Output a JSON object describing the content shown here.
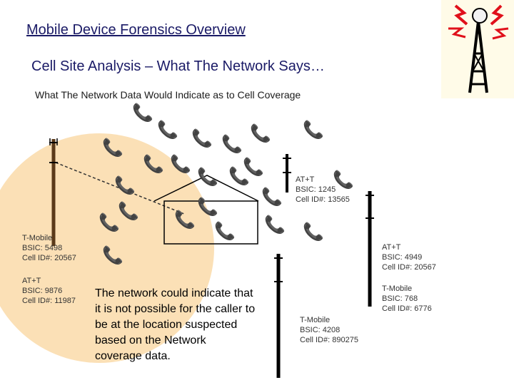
{
  "slide": {
    "title": "Mobile Device Forensics Overview",
    "subtitle": "Cell Site Analysis – What The Network Says…",
    "caption": "What The Network Data Would Indicate as to Cell Coverage",
    "body": "The network could indicate that it is not possible for the caller to be at the location suspected based on the Network coverage data."
  },
  "towers": {
    "tmobile_left": {
      "line1": "T-Mobile",
      "line2": "BSIC: 5498",
      "line3": "Cell ID#: 20567"
    },
    "att_left": {
      "line1": "AT+T",
      "line2": "BSIC: 9876",
      "line3": "Cell ID#: 11987"
    },
    "att_center": {
      "line1": "AT+T",
      "line2": "BSIC: 1245",
      "line3": "Cell ID#: 13565"
    },
    "att_right": {
      "line1": "AT+T",
      "line2": "BSIC: 4949",
      "line3": "Cell ID#: 20567"
    },
    "tmobile_right": {
      "line1": "T-Mobile",
      "line2": "BSIC: 768",
      "line3": "Cell ID#: 6776"
    },
    "tmobile_bottom": {
      "line1": "T-Mobile",
      "line2": "BSIC: 4208",
      "line3": "Cell ID#: 890275"
    }
  },
  "icons": {
    "phone_glyph": "📞",
    "phone_icon_name": "phone-icon",
    "logo_icon_name": "radio-tower-logo"
  },
  "colors": {
    "title": "#1a1a66",
    "coverage": "#fbe0b6",
    "phone": "#c0392b"
  }
}
